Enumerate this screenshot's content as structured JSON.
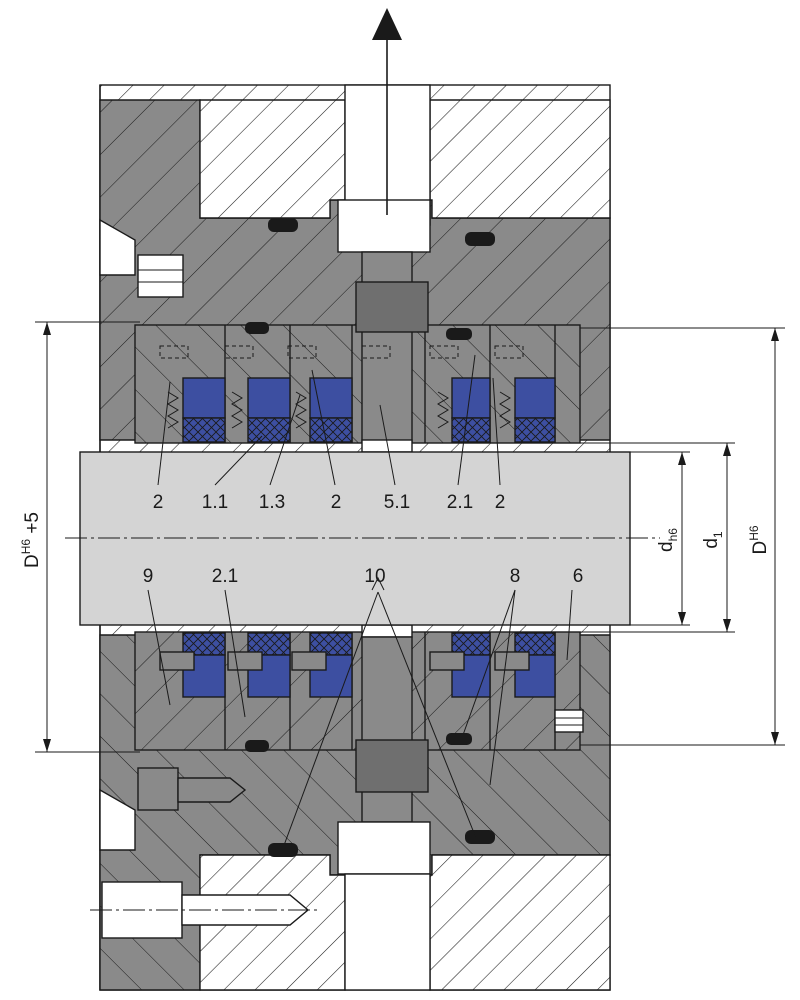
{
  "colors": {
    "housing_gray": "#8a8a8a",
    "dark_gray": "#6f6f6f",
    "shaft_gray": "#d4d4d4",
    "seal_blue": "#3d4fa1",
    "line": "#1a1a1a"
  },
  "icons": {
    "flow_arrow": "arrow-up-icon"
  },
  "labels": {
    "top": [
      "2",
      "1.1",
      "1.3",
      "2",
      "5.1",
      "2.1",
      "2"
    ],
    "bottom": [
      "9",
      "2.1",
      "10",
      "8",
      "6"
    ]
  },
  "dimensions": {
    "left_main": "D",
    "left_main_sup": "H6",
    "left_main_suffix": " +5",
    "shaft": "d",
    "shaft_sub": "h6",
    "inner": "d",
    "inner_sub": "1",
    "outer": "D",
    "outer_sup": "H6"
  }
}
